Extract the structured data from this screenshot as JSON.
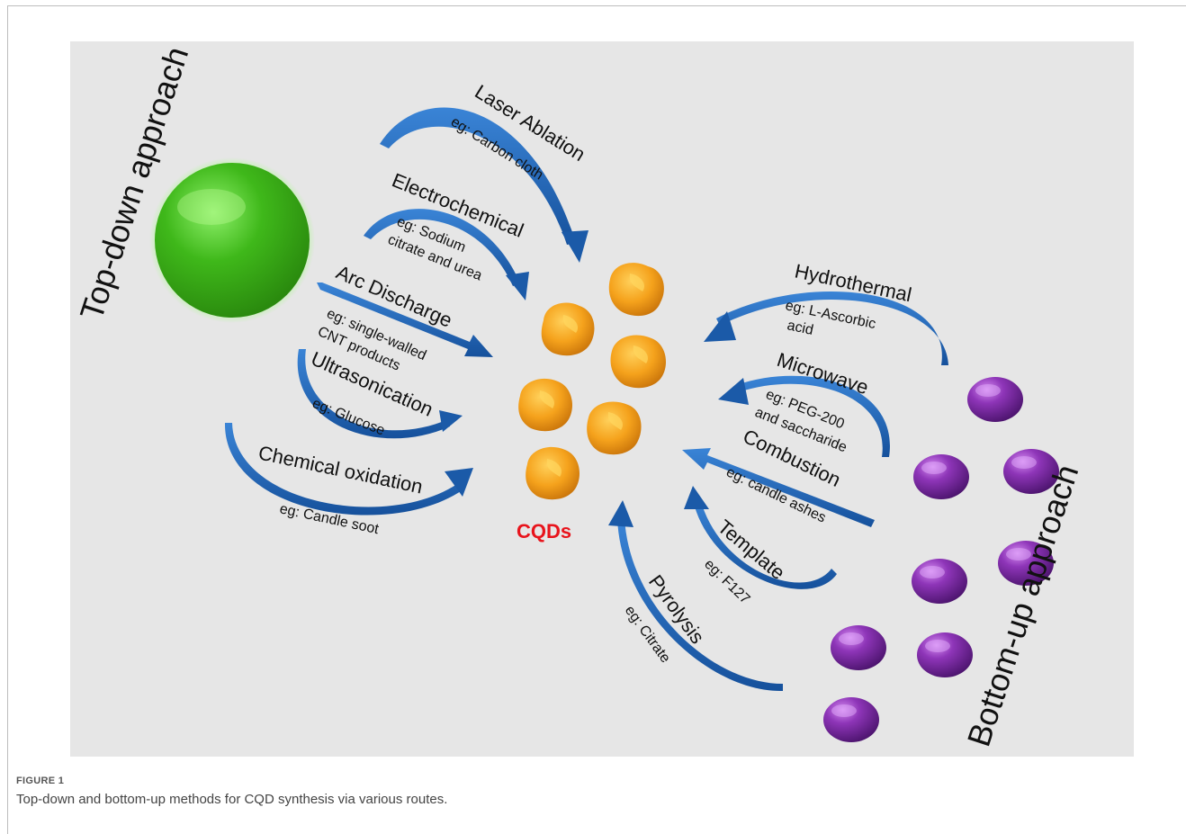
{
  "approaches": {
    "top_down": "Top-down approach",
    "bottom_up": "Bottom-up approach"
  },
  "center_label": "CQDs",
  "methods_top_down": [
    {
      "name": "Laser Ablation",
      "example": "eg: Carbon cloth"
    },
    {
      "name": "Electrochemical",
      "example_line1": "eg: Sodium",
      "example_line2": "citrate and urea"
    },
    {
      "name": "Arc Discharge",
      "example_line1": "eg: single-walled",
      "example_line2": "CNT products"
    },
    {
      "name": "Ultrasonication",
      "example": "eg: Glucose"
    },
    {
      "name": "Chemical oxidation",
      "example": "eg: Candle soot"
    }
  ],
  "methods_bottom_up": [
    {
      "name": "Hydrothermal",
      "example_line1": "eg: L-Ascorbic",
      "example_line2": "acid"
    },
    {
      "name": "Microwave",
      "example_line1": "eg: PEG-200",
      "example_line2": "and saccharide"
    },
    {
      "name": "Combustion",
      "example": "eg: candle ashes"
    },
    {
      "name": "Template",
      "example": "eg: F127"
    },
    {
      "name": "Pyrolysis",
      "example": "eg: Citrate"
    }
  ],
  "caption": {
    "label": "FIGURE 1",
    "text": "Top-down and bottom-up methods for CQD synthesis via various routes."
  },
  "colors": {
    "background": "#e6e6e6",
    "arrow": "#1f5fae",
    "top_down_sphere": "#3fb81a",
    "cqd": "#f29c1a",
    "bottom_up_particle": "#7a2aa0",
    "cqd_label": "#e8141c"
  }
}
